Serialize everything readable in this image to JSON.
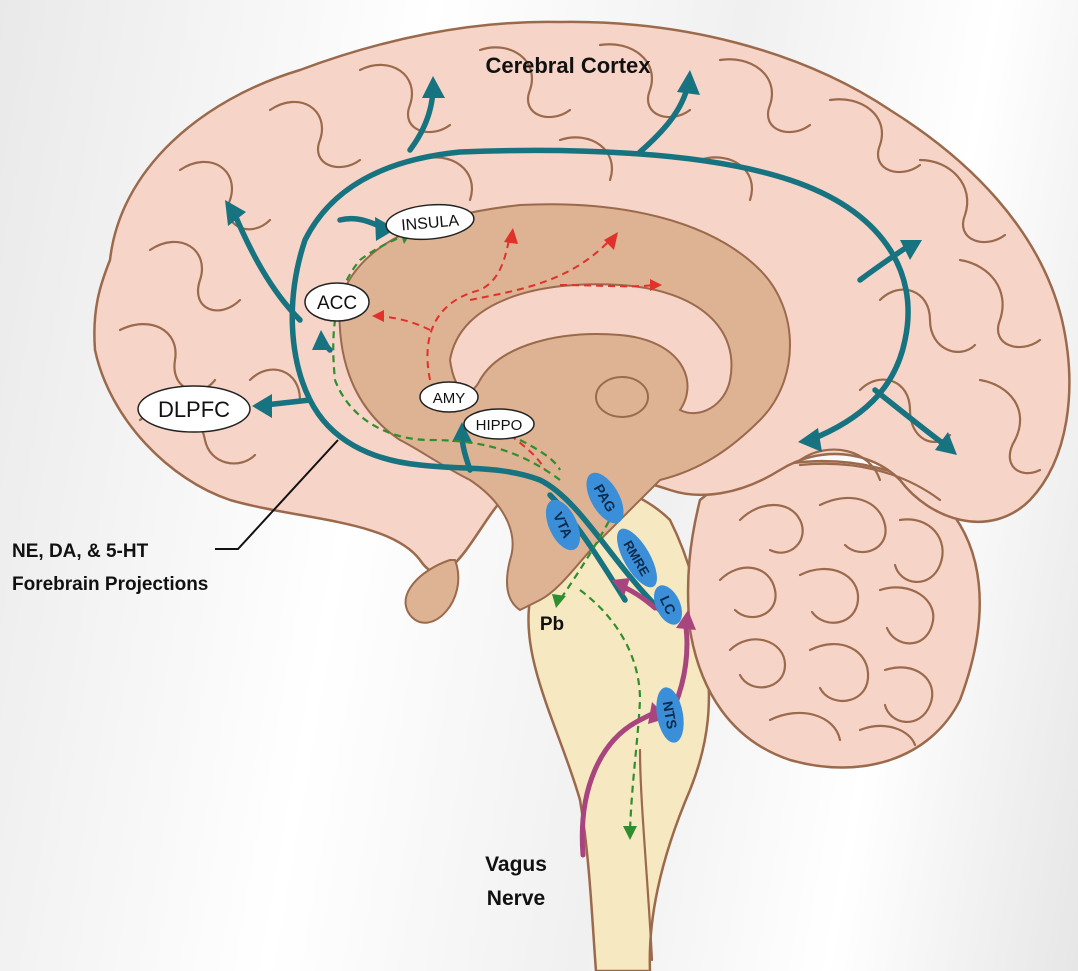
{
  "labels": {
    "cortex": "Cerebral Cortex",
    "projections_line1": "NE, DA, & 5-HT",
    "projections_line2": "Forebrain Projections",
    "vagus_line1": "Vagus",
    "vagus_line2": "Nerve",
    "pb": "Pb"
  },
  "regions": {
    "insula": "INSULA",
    "acc": "ACC",
    "dlpfc": "DLPFC",
    "amy": "AMY",
    "hippo": "HIPPO"
  },
  "nuclei": {
    "pag": "PAG",
    "vta": "VTA",
    "rmre": "RMRE",
    "lc": "LC",
    "nts": "NTS"
  },
  "colors": {
    "cortex_fill": "#f6d4c8",
    "inner_fill": "#ddb393",
    "brainstem_fill": "#f6e8c0",
    "projection": "#16737f",
    "nucleus": "#3b8fd8",
    "red_dashed": "#e0312b",
    "green_dashed": "#2f8f2f",
    "vagal_afferent": "#a8457e"
  }
}
